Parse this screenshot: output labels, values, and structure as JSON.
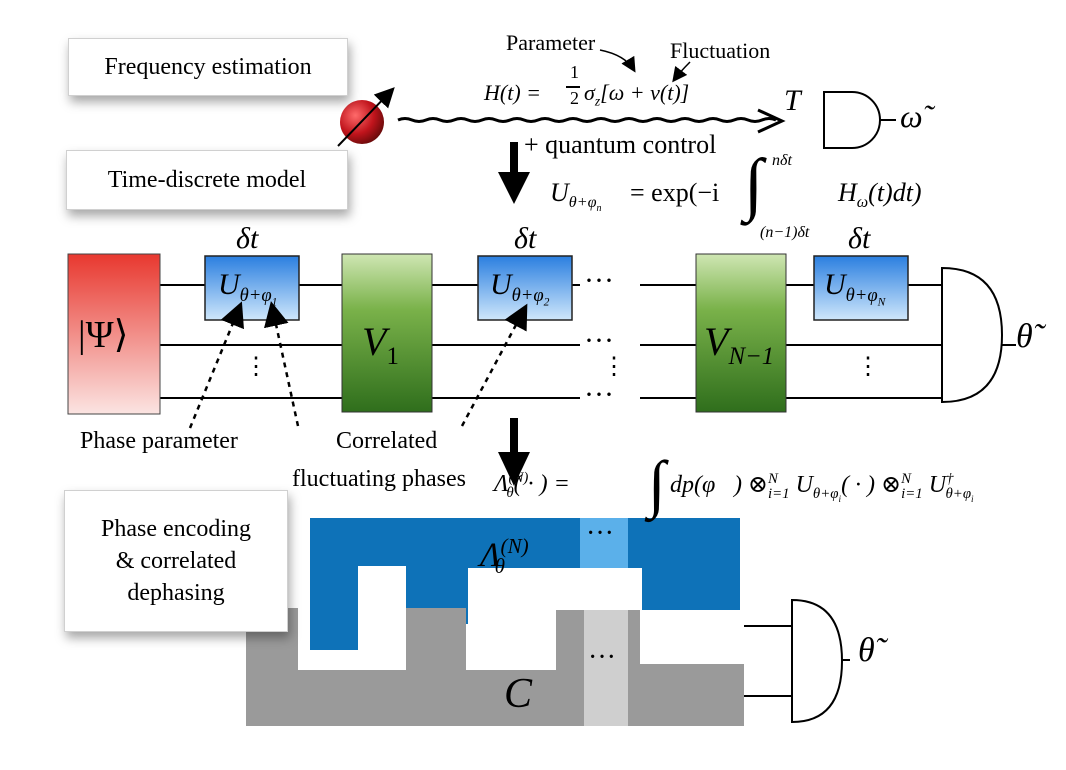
{
  "labels": {
    "frequency_estimation": "Frequency estimation",
    "time_discrete_model": "Time-discrete model",
    "phase_encoding_line1": "Phase encoding",
    "phase_encoding_line2": "& correlated",
    "phase_encoding_line3": "dephasing"
  },
  "annotations": {
    "parameter": "Parameter",
    "fluctuation": "Fluctuation",
    "quantum_control": "+ quantum control",
    "phase_parameter": "Phase parameter",
    "correlated": "Correlated",
    "fluctuating_phases": "fluctuating phases"
  },
  "equations": {
    "hamiltonian_lhs": "H(t) =",
    "hamiltonian_rhs": "σ",
    "half_num": "1",
    "half_den": "2",
    "total_time": "T",
    "omega_estimate": "ω̃",
    "theta_estimate": "θ̃",
    "unitary_lhs": "U",
    "unitary_rhs": "= exp(−i",
    "integral_upper": "nδt",
    "integral_lower": "(n−1)δt",
    "integral_integrand": "H",
    "channel_lhs": "Λ",
    "channel_rhs": "dp(φ⃗) ⊗"
  },
  "circuit": {
    "state": "|Ψ⟩",
    "delta_t": "δt",
    "control_first": "V",
    "control_first_index": "1",
    "control_last": "V",
    "control_last_index": "N−1",
    "unitary_symbol": "U",
    "ellipsis_h": "···",
    "ellipsis_v": "⋮"
  },
  "bottom": {
    "channel_symbol": "Λ",
    "channel_super": "(N)",
    "channel_sub": "θ",
    "control_symbol": "C",
    "ellipsis": "···"
  },
  "colors": {
    "red_state": "#e8382f",
    "green_control": "#3f7d25",
    "blue_unitary": "#3b8ee6",
    "blue_channel": "#0e72b8",
    "blue_light": "#5bb0ea",
    "gray_control": "#9a9a9a",
    "gray_light": "#cfcfcf"
  }
}
